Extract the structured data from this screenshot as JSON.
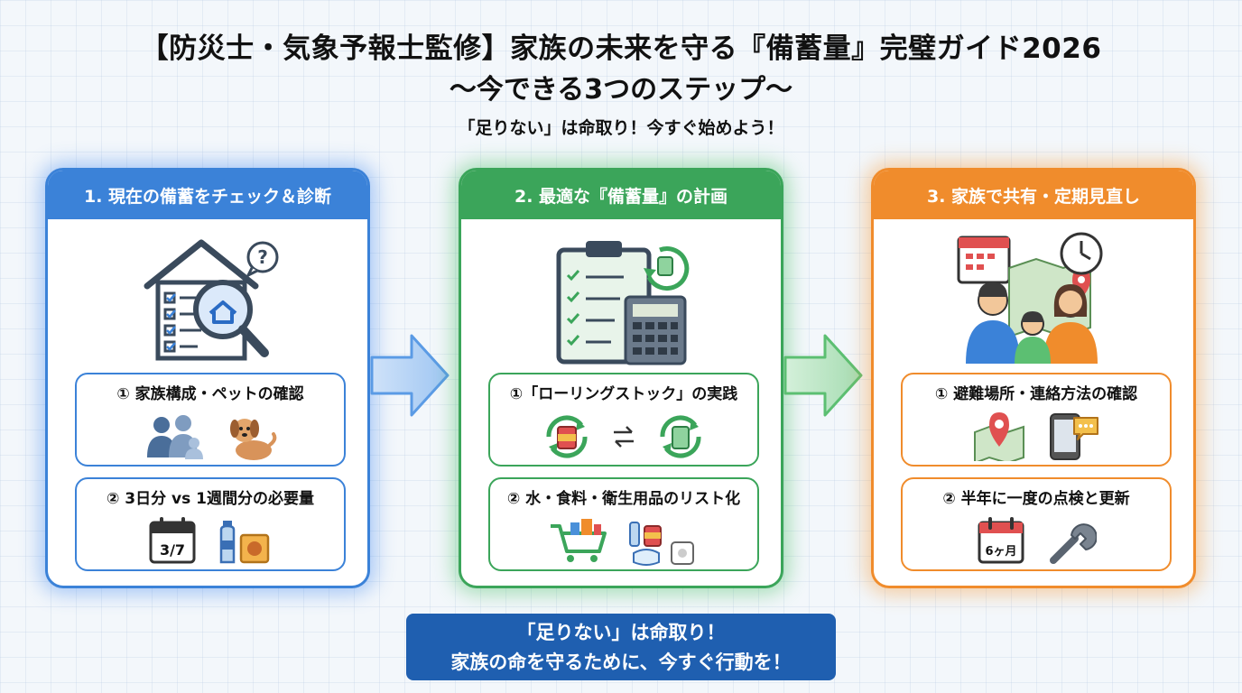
{
  "header": {
    "title": "【防災士・気象予報士監修】家族の未来を守る『備蓄量』完璧ガイド2026",
    "subtitle": "〜今できる3つのステップ〜",
    "tagline": "「足りない」は命取り！今すぐ始めよう！"
  },
  "steps": [
    {
      "title": "1. 現在の備蓄をチェック＆診断",
      "color": "#3b82d8",
      "hero_icon": "house-checklist-magnifier-icon",
      "items": [
        {
          "label": "① 家族構成・ペットの確認",
          "icons": [
            "family-icon",
            "dog-icon"
          ]
        },
        {
          "label": "② 3日分 vs 1週間分の必要量",
          "icons": [
            "calendar-icon",
            "water-bottle-food-icon"
          ],
          "calendar_text": "3/7"
        }
      ]
    },
    {
      "title": "2. 最適な『備蓄量』の計画",
      "color": "#3ba55a",
      "hero_icon": "clipboard-calculator-icon",
      "items": [
        {
          "label": "①「ローリングストック」の実践",
          "icons": [
            "rotate-can-icon",
            "swap-icon",
            "rotate-roll-icon"
          ]
        },
        {
          "label": "② 水・食料・衛生用品のリスト化",
          "icons": [
            "shopping-cart-icon",
            "supplies-icon"
          ]
        }
      ]
    },
    {
      "title": "3. 家族で共有・定期見直し",
      "color": "#f08c2c",
      "hero_icon": "family-calendar-clock-map-icon",
      "items": [
        {
          "label": "① 避難場所・連絡方法の確認",
          "icons": [
            "map-pin-icon",
            "smartphone-chat-icon"
          ]
        },
        {
          "label": "② 半年に一度の点検と更新",
          "icons": [
            "calendar-icon",
            "wrench-icon"
          ],
          "calendar_text": "6ヶ月"
        }
      ]
    }
  ],
  "cta": {
    "line1": "「足りない」は命取り！",
    "line2": "家族の命を守るために、今すぐ行動を！",
    "color": "#1f5fb0"
  }
}
